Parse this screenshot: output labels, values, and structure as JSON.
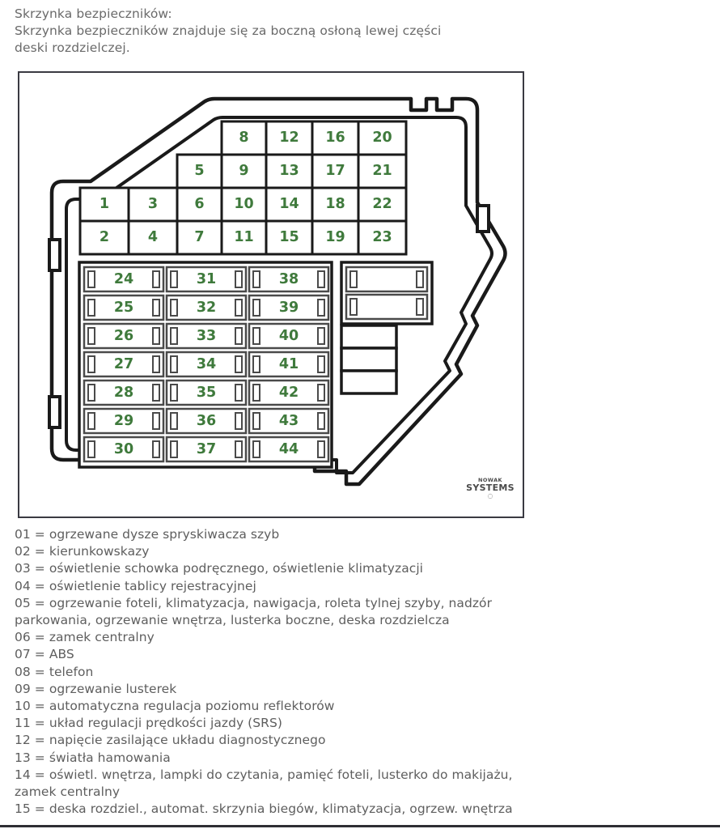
{
  "header": {
    "line1": "Skrzynka bezpieczników:",
    "line2": "Skrzynka bezpieczników znajduje się za boczną osłoną lewej części",
    "line3": "deski rozdzielczej."
  },
  "diagram": {
    "alt_label": "Schemat skrzynki bezpieczników",
    "number_color": "#3f7a3c",
    "outline_color": "#1a1a1a",
    "frame_color": "#3a3a42",
    "top_grid": {
      "columns": [
        {
          "rows": [
            "1",
            "2"
          ]
        },
        {
          "rows": [
            "3",
            "4"
          ]
        },
        {
          "rows": [
            "5",
            "6",
            "7"
          ]
        },
        {
          "rows": [
            "8",
            "9",
            "10",
            "11"
          ]
        },
        {
          "rows": [
            "12",
            "13",
            "14",
            "15"
          ]
        },
        {
          "rows": [
            "16",
            "17",
            "18",
            "19"
          ]
        },
        {
          "rows": [
            "20",
            "21",
            "22",
            "23"
          ]
        }
      ]
    },
    "bottom_grid": {
      "columns": [
        {
          "rows": [
            "24",
            "25",
            "26",
            "27",
            "28",
            "29",
            "30"
          ]
        },
        {
          "rows": [
            "31",
            "32",
            "33",
            "34",
            "35",
            "36",
            "37"
          ]
        },
        {
          "rows": [
            "38",
            "39",
            "40",
            "41",
            "42",
            "43",
            "44"
          ]
        }
      ]
    },
    "side_slots": {
      "wide_count": 2,
      "narrow_count": 3
    },
    "watermark": {
      "top": "NOWAK",
      "main": "SYSTEMS",
      "dot": "◌"
    }
  },
  "legend": {
    "rows": [
      "01 = ogrzewane dysze spryskiwacza szyb",
      "02 = kierunkowskazy",
      "03 = oświetlenie schowka podręcznego, oświetlenie klimatyzacji",
      "04 = oświetlenie tablicy rejestracyjnej",
      "05 = ogrzewanie foteli, klimatyzacja, nawigacja, roleta tylnej szyby, nadzór\nparkowania, ogrzewanie wnętrza, lusterka boczne, deska rozdzielcza",
      "06 = zamek centralny",
      "07 = ABS",
      "08 = telefon",
      "09 = ogrzewanie lusterek",
      "10 = automatyczna regulacja poziomu reflektorów",
      "11 = układ regulacji prędkości jazdy (SRS)",
      "12 = napięcie zasilające układu diagnostycznego",
      "13 = światła hamowania",
      "14 = oświetl. wnętrza, lampki do czytania, pamięć foteli, lusterko do makijażu,\nzamek centralny",
      "15 = deska rozdziel., automat. skrzynia biegów, klimatyzacja, ogrzew. wnętrza"
    ]
  }
}
